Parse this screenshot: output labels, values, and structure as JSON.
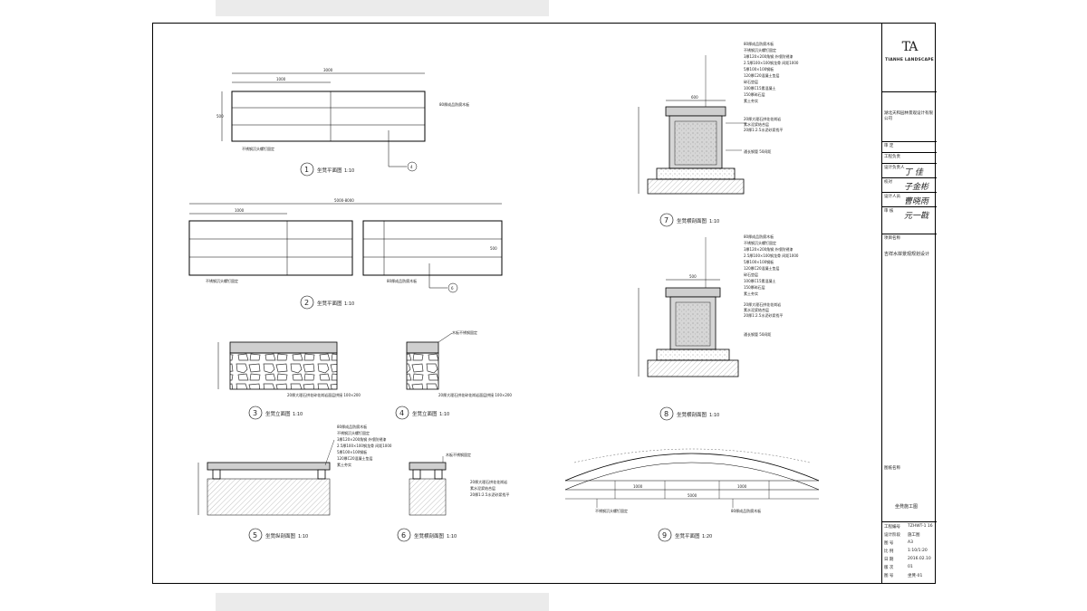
{
  "title_block": {
    "logo_mark": "TA",
    "logo_text": "TIANHE LANDSCAPE",
    "company": "湖北天和园林景观设计有限公司",
    "section_header_1": "审 定",
    "section_header_2": "工程负责",
    "label_design": "设计负责人",
    "label_check": "校对",
    "label_designer": "设计人员",
    "label_review": "审 核",
    "sig_1": "丁 佳",
    "sig_2": "子金彬",
    "sig_3": "曹晓雨",
    "sig_4": "元一戡",
    "project_label": "项目名称",
    "project_name": "吉祥水岸景观规划设计",
    "drawing_label": "图纸名称",
    "drawing_name": "坐凳施工图",
    "meta_rows": [
      {
        "k": "工程编号",
        "v": "TZHWT-1 16"
      },
      {
        "k": "设计阶段",
        "v": "施工图"
      },
      {
        "k": "图 号",
        "v": "A3"
      },
      {
        "k": "比 例",
        "v": "1:10/1:20"
      },
      {
        "k": "日 期",
        "v": "2016.02.10"
      },
      {
        "k": "版 次",
        "v": "01"
      },
      {
        "k": "图 号",
        "v": "坐凳-01"
      }
    ]
  },
  "details": {
    "d1": {
      "num": "1",
      "title": "坐凳平面图",
      "scale": "1:10",
      "dim_total": "3000",
      "dim_part": "1000",
      "dim_h": "500",
      "note_top": "80厚成品防腐木板",
      "note_bottom": "不锈钢沉头螺钉固定",
      "ref_num": "4"
    },
    "d2": {
      "num": "2",
      "title": "坐凳平面图",
      "scale": "1:10",
      "dim_total": "5000-8000",
      "dim_part": "1000",
      "dim_h": "500",
      "note_left": "不锈钢沉头螺钉固定",
      "note_right": "80厚成品防腐木板",
      "ref_num": "6"
    },
    "d3": {
      "num": "3",
      "title": "坐凳立面图",
      "scale": "1:10",
      "note": "20厚大理石拼花碎花岗岩面层拼接 100×200"
    },
    "d4": {
      "num": "4",
      "title": "坐凳立面图",
      "scale": "1:10",
      "note_top": "木板不锈钢固定",
      "note": "20厚大理石拼花碎花岗岩面层拼接 100×200"
    },
    "d5": {
      "num": "5",
      "title": "坐凳纵剖面图",
      "scale": "1:10",
      "notes": [
        "80厚成品防腐木板",
        "不锈钢沉头螺钉固定",
        "3厚120×200角钢 外喷防锈漆",
        "2.5厚100×100钢龙骨 间距1000",
        "5厚100×100钢板",
        "120厚C20混凝土垫层",
        "素土夯实"
      ]
    },
    "d6": {
      "num": "6",
      "title": "坐凳横剖面图",
      "scale": "1:10",
      "note_top": "木板不锈钢固定",
      "notes": [
        "20厚大理石拼花花岗岩",
        "素水泥浆结合层",
        "20厚1:2.5水泥砂浆找平"
      ]
    },
    "d7": {
      "num": "7",
      "title": "坐凳横剖面图",
      "scale": "1:10",
      "dim_top": "600",
      "notes": [
        "80厚成品防腐木板",
        "不锈钢沉头螺钉固定",
        "3厚120×200角钢 外喷防锈漆",
        "2.5厚100×100钢龙骨 间距1000",
        "5厚100×100钢板",
        "120厚C20混凝土垫层",
        "碎石垫层",
        "100厚C15素混凝土",
        "150厚碎石层",
        "素土夯实"
      ],
      "notes2": [
        "20厚大理石拼花花岗岩",
        "素水泥浆结合层",
        "20厚1:2.5水泥砂浆找平"
      ],
      "note_side": "通长钢管 50间距"
    },
    "d8": {
      "num": "8",
      "title": "坐凳横剖面图",
      "scale": "1:10",
      "dim_top": "500",
      "notes": [
        "80厚成品防腐木板",
        "不锈钢沉头螺钉固定",
        "3厚120×200角钢 外喷防锈漆",
        "2.5厚100×100钢龙骨 间距1000",
        "5厚100×100钢板",
        "120厚C20混凝土垫层",
        "碎石垫层",
        "100厚C15素混凝土",
        "150厚碎石层",
        "素土夯实"
      ],
      "notes2": [
        "20厚大理石拼花花岗岩",
        "素水泥浆结合层",
        "20厚1:2.5水泥砂浆找平"
      ],
      "note_side": "通长钢管 50间距"
    },
    "d9": {
      "num": "9",
      "title": "坐凳平面图",
      "scale": "1:20",
      "dim_total": "5000",
      "dim_part": "1000",
      "note_left": "不锈钢沉头螺钉固定",
      "note_right": "80厚成品防腐木板"
    }
  },
  "colors": {
    "line": "#000000",
    "band": "#ebebeb",
    "hatch": "#888888"
  }
}
